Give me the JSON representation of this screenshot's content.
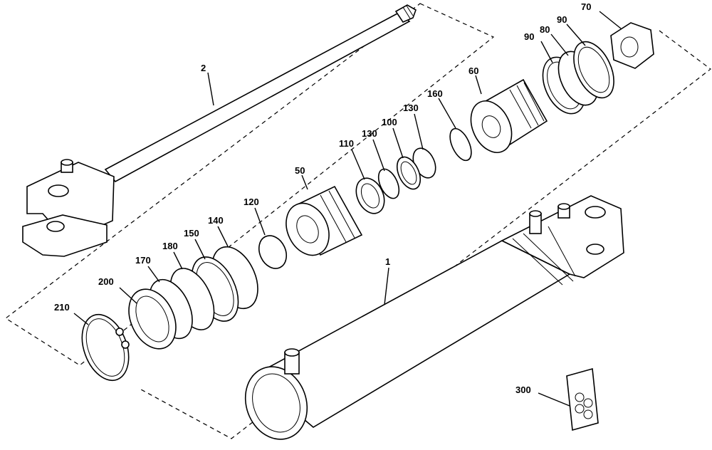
{
  "diagram": {
    "callouts": [
      {
        "id": "2",
        "label": "2"
      },
      {
        "id": "70",
        "label": "70"
      },
      {
        "id": "90a",
        "label": "90"
      },
      {
        "id": "80",
        "label": "80"
      },
      {
        "id": "90b",
        "label": "90"
      },
      {
        "id": "60",
        "label": "60"
      },
      {
        "id": "160",
        "label": "160"
      },
      {
        "id": "130a",
        "label": "130"
      },
      {
        "id": "100",
        "label": "100"
      },
      {
        "id": "130b",
        "label": "130"
      },
      {
        "id": "110",
        "label": "110"
      },
      {
        "id": "50",
        "label": "50"
      },
      {
        "id": "120",
        "label": "120"
      },
      {
        "id": "140",
        "label": "140"
      },
      {
        "id": "150",
        "label": "150"
      },
      {
        "id": "180",
        "label": "180"
      },
      {
        "id": "170",
        "label": "170"
      },
      {
        "id": "200",
        "label": "200"
      },
      {
        "id": "210",
        "label": "210"
      },
      {
        "id": "1",
        "label": "1"
      },
      {
        "id": "300",
        "label": "300"
      }
    ]
  }
}
